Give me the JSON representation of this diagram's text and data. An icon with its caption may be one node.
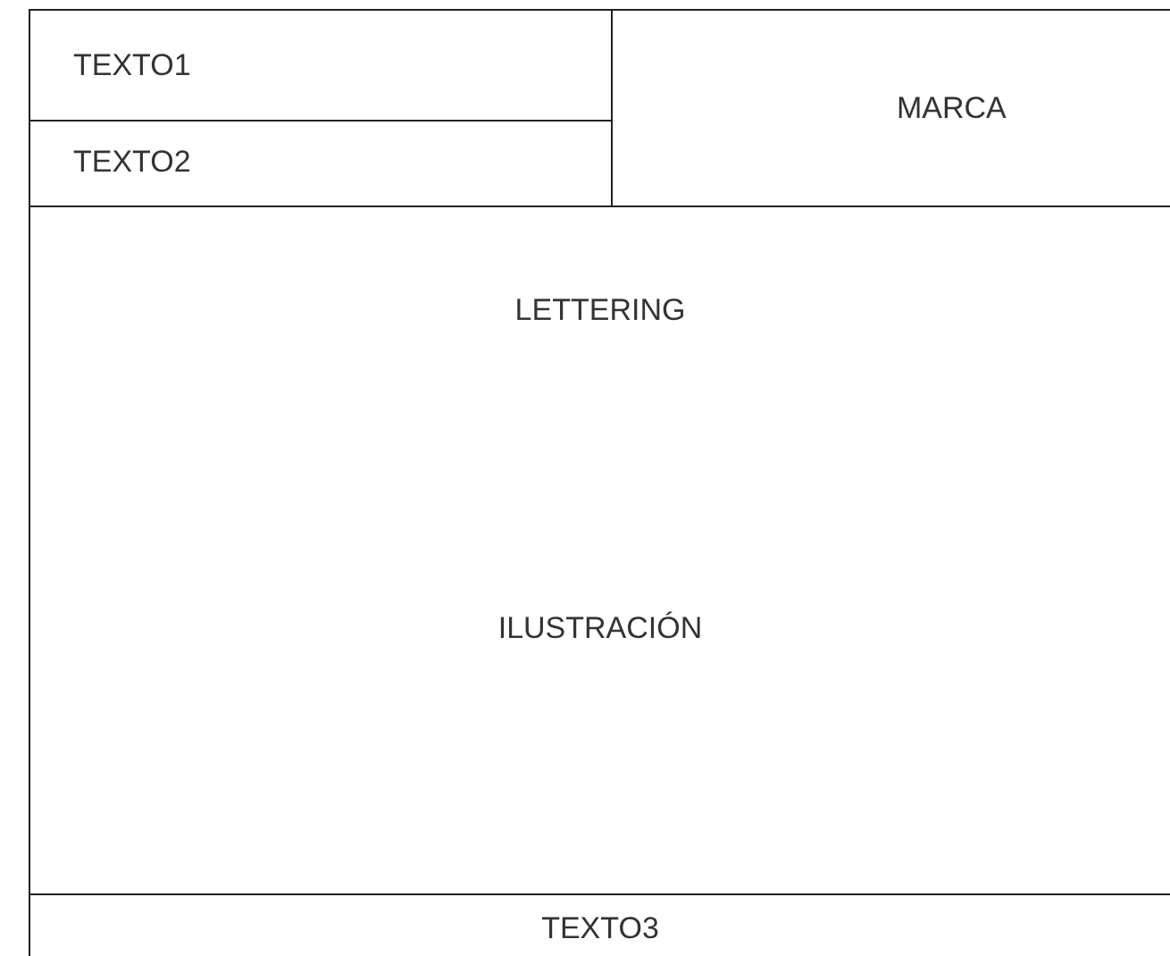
{
  "diagram": {
    "nodes": [
      {
        "text": [
          "TEXTO1"
        ]
      },
      {
        "text": [
          "TEXTO2"
        ]
      },
      {
        "text": [
          "MARCA"
        ]
      },
      {
        "text": [
          "LETTERING",
          "ILUSTRACIÓN"
        ]
      },
      {
        "text": [
          "TEXTO3"
        ]
      }
    ]
  }
}
